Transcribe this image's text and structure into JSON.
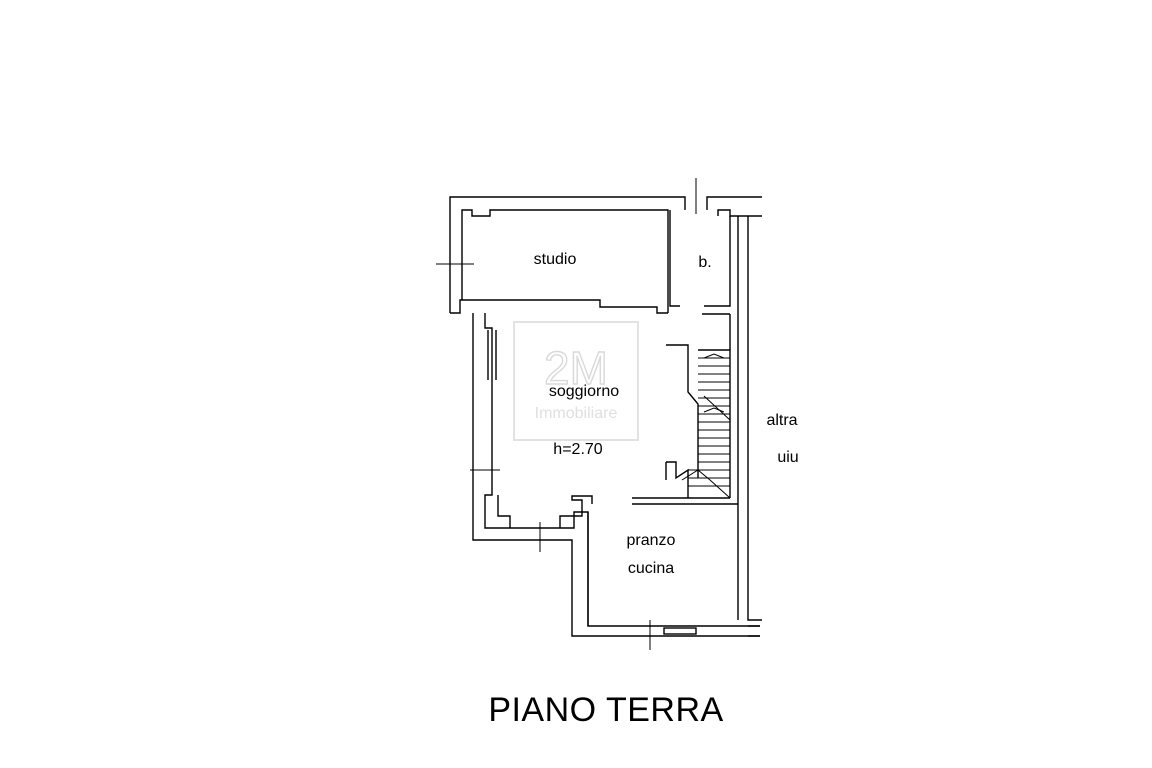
{
  "watermark": {
    "logo": "2M",
    "text": "Immobiliare"
  },
  "rooms": {
    "studio": "studio",
    "bagno": "b.",
    "soggiorno": "soggiorno",
    "height": "h=2.70",
    "pranzo": "pranzo",
    "cucina": "cucina",
    "altra": "altra",
    "uiu": "uiu"
  },
  "title": "PIANO TERRA"
}
